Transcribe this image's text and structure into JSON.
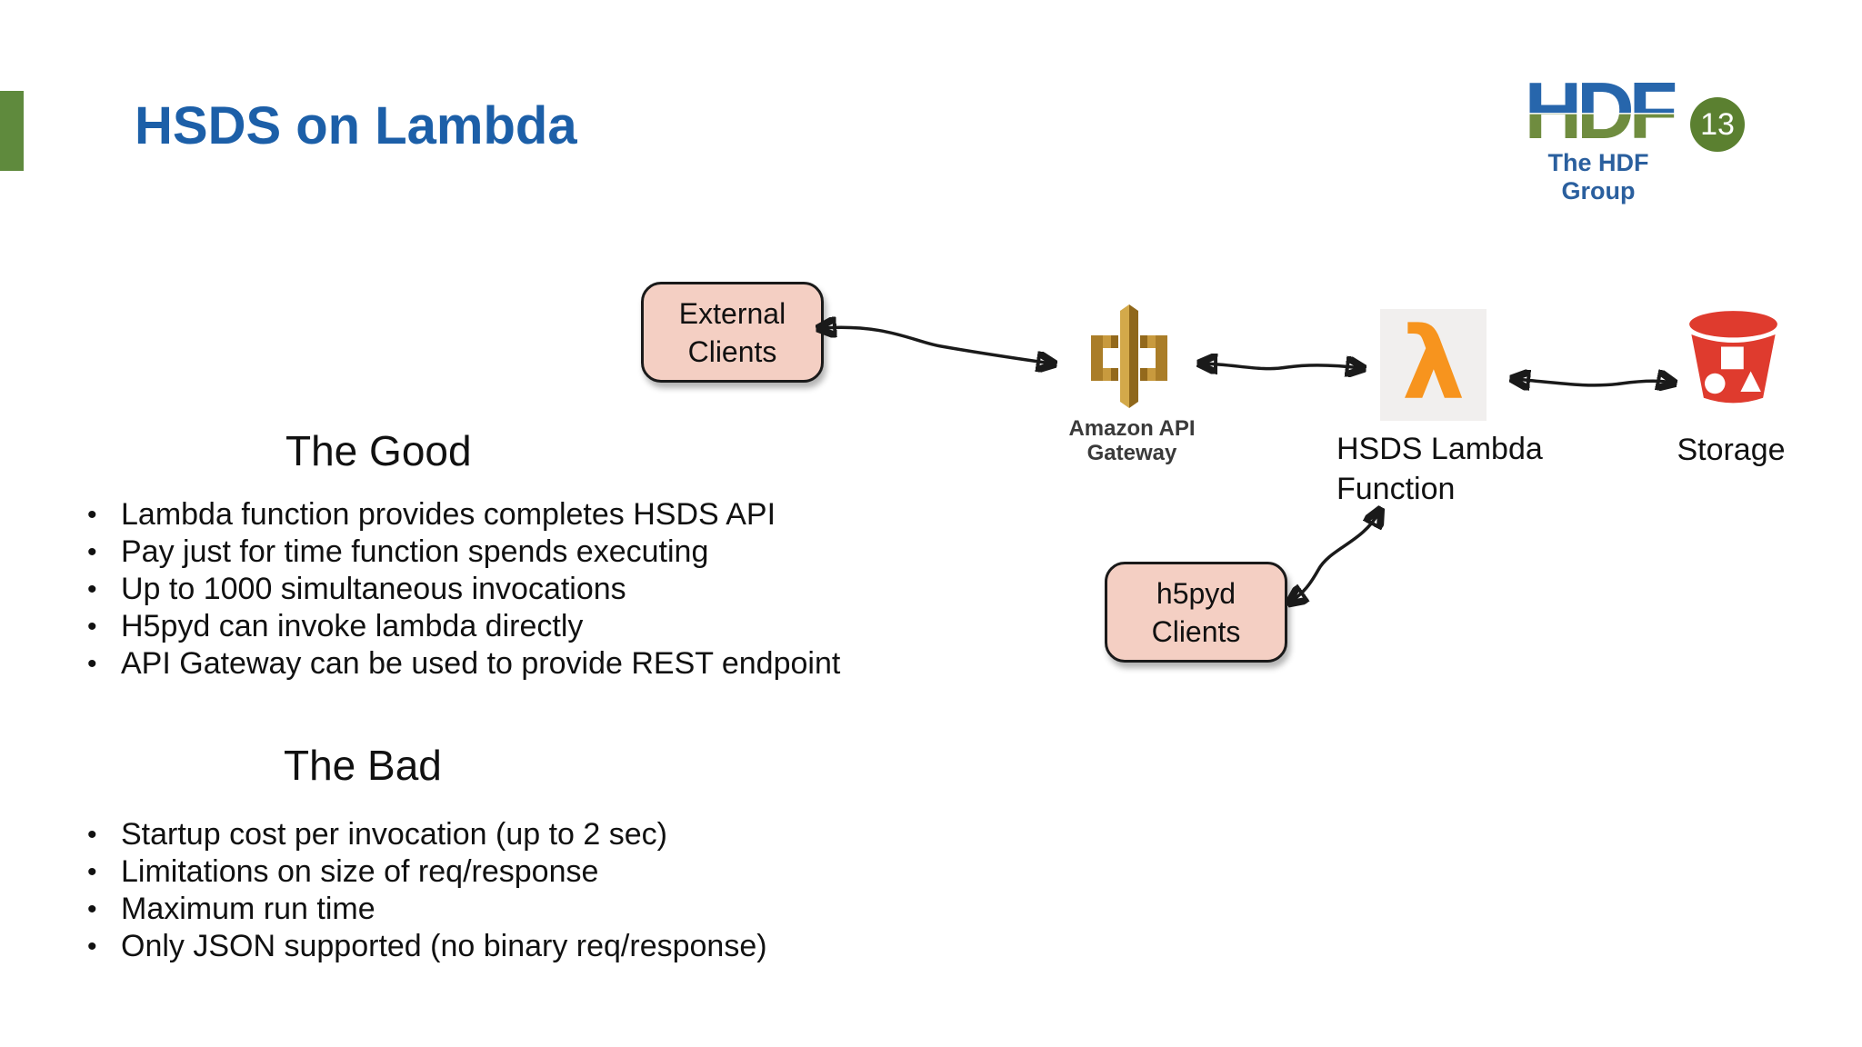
{
  "slide": {
    "title": "HSDS on Lambda",
    "page_number": "13",
    "logo_text": "HDF",
    "logo_caption": "The HDF Group"
  },
  "diagram": {
    "external_clients_line1": "External",
    "external_clients_line2": "Clients",
    "gateway_label_line1": "Amazon API",
    "gateway_label_line2": "Gateway",
    "lambda_glyph": "λ",
    "lambda_label_line1": "HSDS Lambda",
    "lambda_label_line2": "Function",
    "storage_label": "Storage",
    "h5pyd_line1": "h5pyd",
    "h5pyd_line2": "Clients"
  },
  "good_section": {
    "heading": "The Good",
    "bullets": [
      "Lambda function provides completes HSDS API",
      "Pay just for time function spends executing",
      "Up to 1000 simultaneous invocations",
      "H5pyd can invoke lambda directly",
      "API Gateway can be used to provide REST endpoint"
    ]
  },
  "bad_section": {
    "heading": "The Bad",
    "bullets": [
      "Startup cost per invocation (up to 2 sec)",
      "Limitations on size of req/response",
      "Maximum run time",
      "Only JSON supported (no binary req/response)"
    ]
  },
  "colors": {
    "title_blue": "#1c5fa8",
    "accent_green": "#5f8a3d",
    "badge_green": "#5b8030",
    "box_pink": "#f4cfc3",
    "gateway_gold": "#c89a3e",
    "lambda_orange": "#f7941e",
    "storage_red": "#df3b2e"
  }
}
